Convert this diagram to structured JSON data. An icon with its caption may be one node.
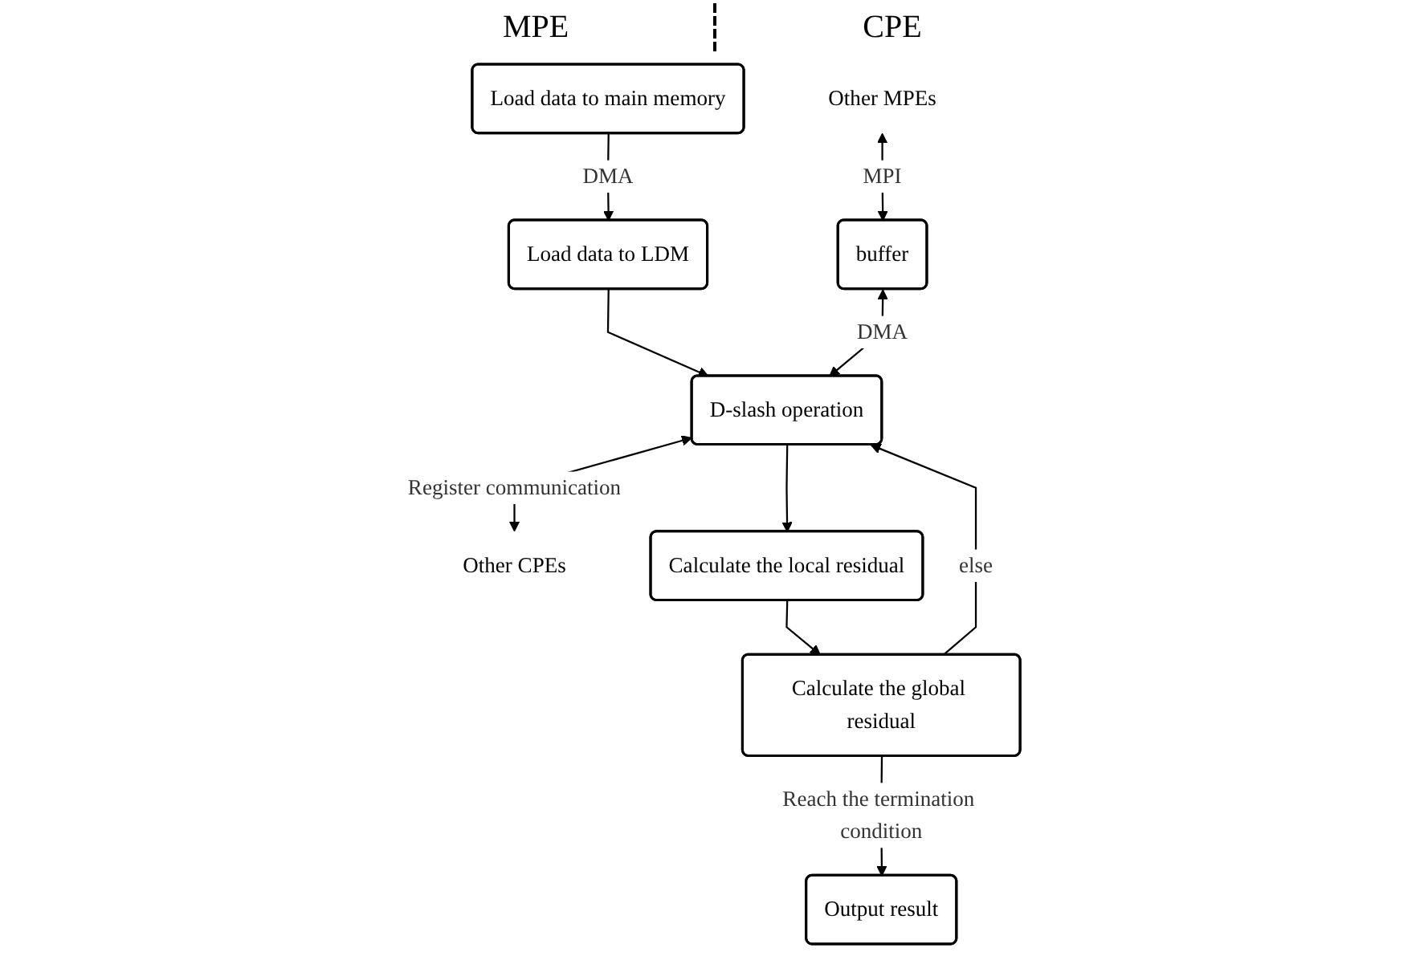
{
  "diagram": {
    "nodes": [
      {
        "text": [
          "Load data to main memory"
        ]
      },
      {
        "text": [
          "Load data to LDM"
        ]
      },
      {
        "text": [
          "Other MPEs"
        ]
      },
      {
        "text": [
          "buffer"
        ]
      },
      {
        "text": [
          "D-slash operation"
        ]
      },
      {
        "text": [
          "Other CPEs"
        ]
      },
      {
        "text": [
          "Calculate the local residual"
        ]
      },
      {
        "text": [
          "Calculate the global residual"
        ]
      },
      {
        "text": [
          "Output result"
        ]
      }
    ],
    "edges": [
      {
        "from": 0,
        "to": 1,
        "arrow": "to",
        "label": "DMA"
      },
      {
        "from": 1,
        "to": 4,
        "arrow": "to"
      },
      {
        "from": 2,
        "to": 3,
        "arrow": "both",
        "label": "MPI"
      },
      {
        "from": 3,
        "to": 4,
        "arrow": "both",
        "label": "DMA"
      },
      {
        "from": 4,
        "to": 5,
        "arrow": "both",
        "label": "Register communication"
      },
      {
        "from": 4,
        "to": 6,
        "arrow": "to"
      },
      {
        "from": 6,
        "to": 7,
        "arrow": "to"
      },
      {
        "from": 7,
        "to": 4,
        "arrow": "to",
        "label": "else"
      },
      {
        "from": 7,
        "to": 8,
        "arrow": "to",
        "label": "Reach the termination condition"
      }
    ],
    "labels": [
      "MPE",
      "CPE"
    ]
  }
}
